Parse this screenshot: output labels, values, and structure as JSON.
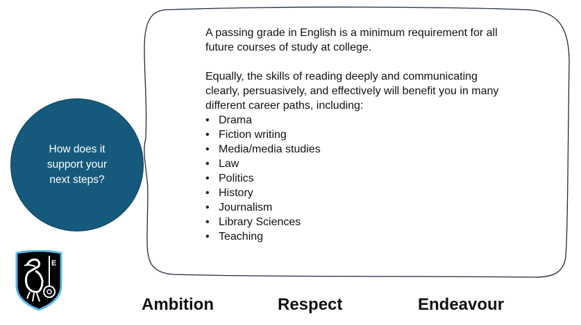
{
  "question": "How does it support your next steps?",
  "paragraphs": [
    "A passing grade in English is a minimum requirement for all future courses of study at college.",
    "Equally, the skills of reading deeply and communicating clearly, persuasively, and effectively will benefit you in many different career paths, including:"
  ],
  "careers": [
    "Drama",
    "Fiction writing",
    "Media/media studies",
    "Law",
    "Politics",
    "History",
    "Journalism",
    "Library Sciences",
    "Teaching"
  ],
  "values": [
    "Ambition",
    "Respect",
    "Endeavour"
  ],
  "logo_text": "E",
  "colors": {
    "circle": "#155a7c",
    "shield_border": "#5bb8e8"
  }
}
